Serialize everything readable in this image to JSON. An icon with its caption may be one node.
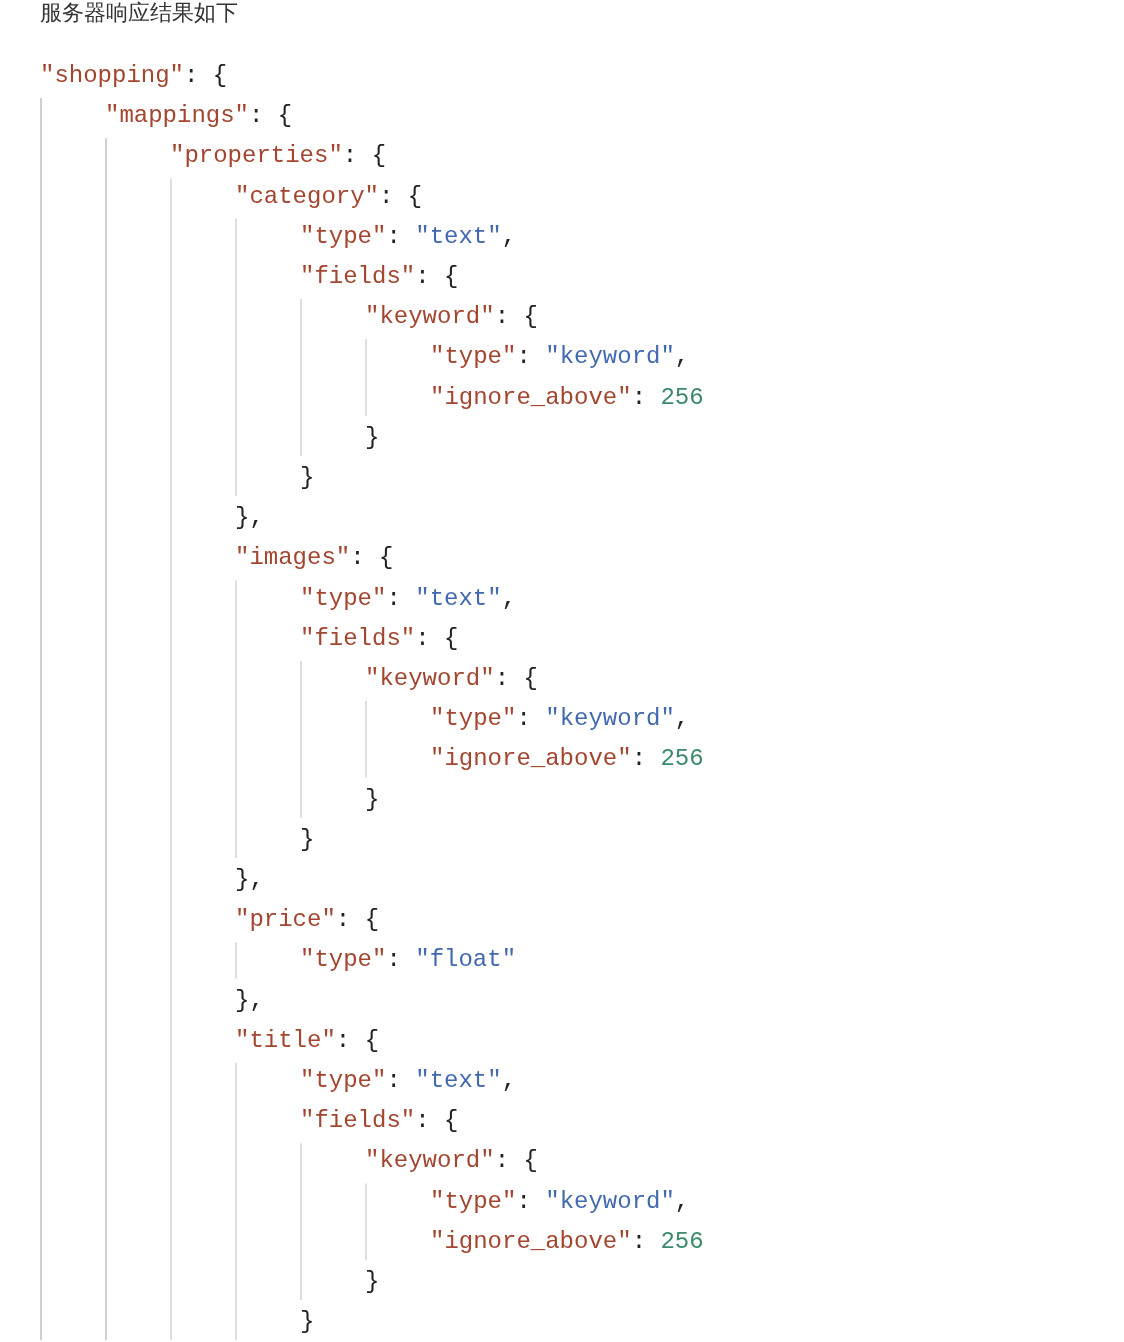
{
  "diagram": {
    "labels": [
      "服务器响应结果如下",
      "\"shopping\": {",
      "\"mappings\": {",
      "\"properties\": {",
      "\"category\": {",
      "\"type\": \"text\",",
      "\"fields\": {",
      "\"keyword\": {",
      "\"type\": \"keyword\",",
      "\"ignore_above\": 256",
      "}",
      "}",
      "},",
      "\"images\": {",
      "\"type\": \"text\",",
      "\"fields\": {",
      "\"keyword\": {",
      "\"type\": \"keyword\",",
      "\"ignore_above\": 256",
      "}",
      "}",
      "},",
      "\"price\": {",
      "\"type\": \"float\"",
      "},",
      "\"title\": {",
      "\"type\": \"text\",",
      "\"fields\": {",
      "\"keyword\": {",
      "\"type\": \"keyword\",",
      "\"ignore_above\": 256",
      "}",
      "}"
    ]
  }
}
